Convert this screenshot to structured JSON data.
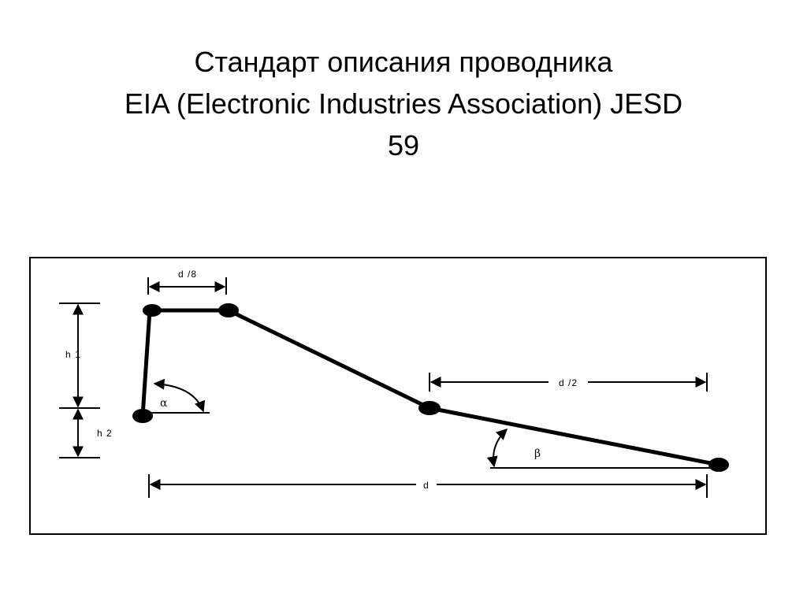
{
  "slide": {
    "title_line1": "Стандарт описания проводника",
    "title_line2": "EIA (Electronic Industries Association) JESD",
    "title_line3": "59"
  },
  "diagram": {
    "labels": {
      "d8": "d /8",
      "h1": "h 1",
      "h2": "h 2",
      "alpha": "α",
      "beta": "β",
      "d2": "d /2",
      "d": "d"
    },
    "colors": {
      "line": "#000000",
      "background": "#ffffff"
    }
  }
}
